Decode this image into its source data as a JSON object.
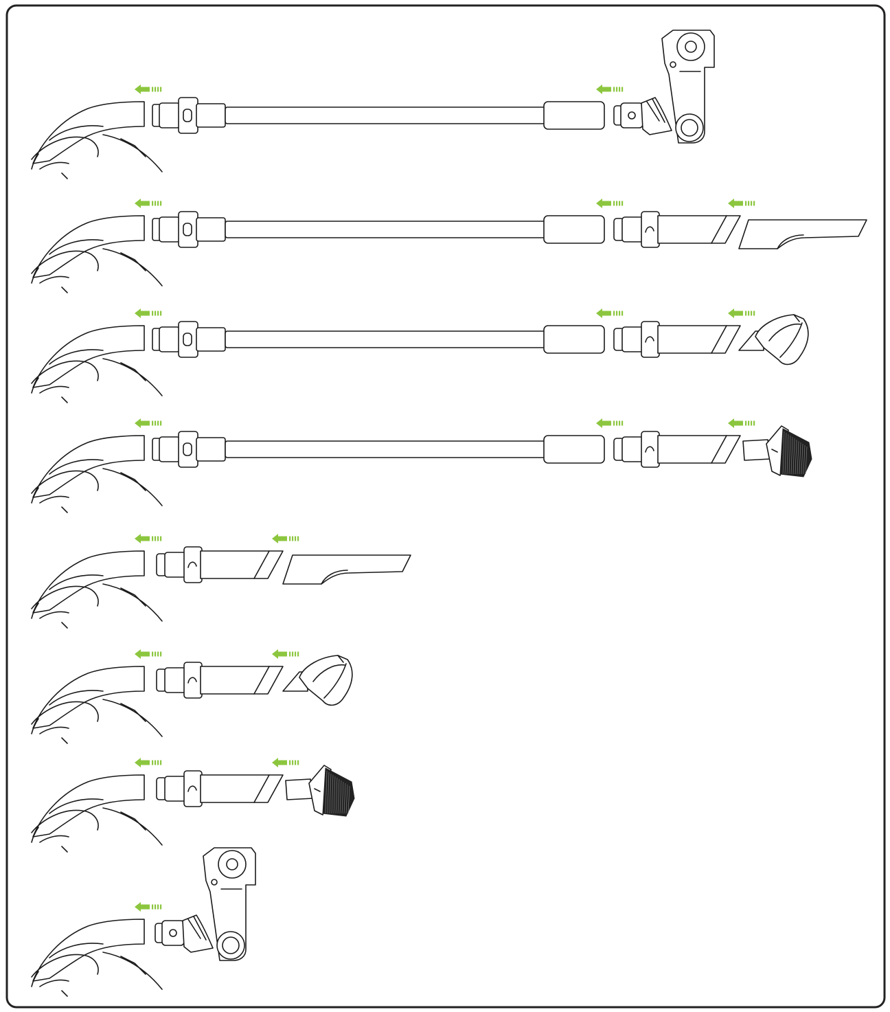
{
  "colors": {
    "line": "#1a1a1a",
    "arrow": "#8cc63f",
    "frame": "#222222",
    "bristle": "#222222",
    "background": "#ffffff"
  },
  "rows": [
    {
      "name": "row-handle-extension-floor-head",
      "arrows": 2,
      "parts": [
        "handle",
        "extension-tube",
        "floor-head"
      ]
    },
    {
      "name": "row-handle-extension-crevice",
      "arrows": 3,
      "parts": [
        "handle",
        "extension-tube",
        "adapter",
        "crevice-tool"
      ]
    },
    {
      "name": "row-handle-extension-upholstery",
      "arrows": 3,
      "parts": [
        "handle",
        "extension-tube",
        "adapter",
        "upholstery-nozzle"
      ]
    },
    {
      "name": "row-handle-extension-brush",
      "arrows": 3,
      "parts": [
        "handle",
        "extension-tube",
        "adapter",
        "dusting-brush"
      ]
    },
    {
      "name": "row-handle-crevice",
      "arrows": 2,
      "parts": [
        "handle",
        "adapter",
        "crevice-tool"
      ]
    },
    {
      "name": "row-handle-upholstery",
      "arrows": 2,
      "parts": [
        "handle",
        "adapter",
        "upholstery-nozzle"
      ]
    },
    {
      "name": "row-handle-brush",
      "arrows": 2,
      "parts": [
        "handle",
        "adapter",
        "dusting-brush"
      ]
    },
    {
      "name": "row-handle-floor-head",
      "arrows": 1,
      "parts": [
        "handle",
        "floor-head"
      ]
    }
  ]
}
